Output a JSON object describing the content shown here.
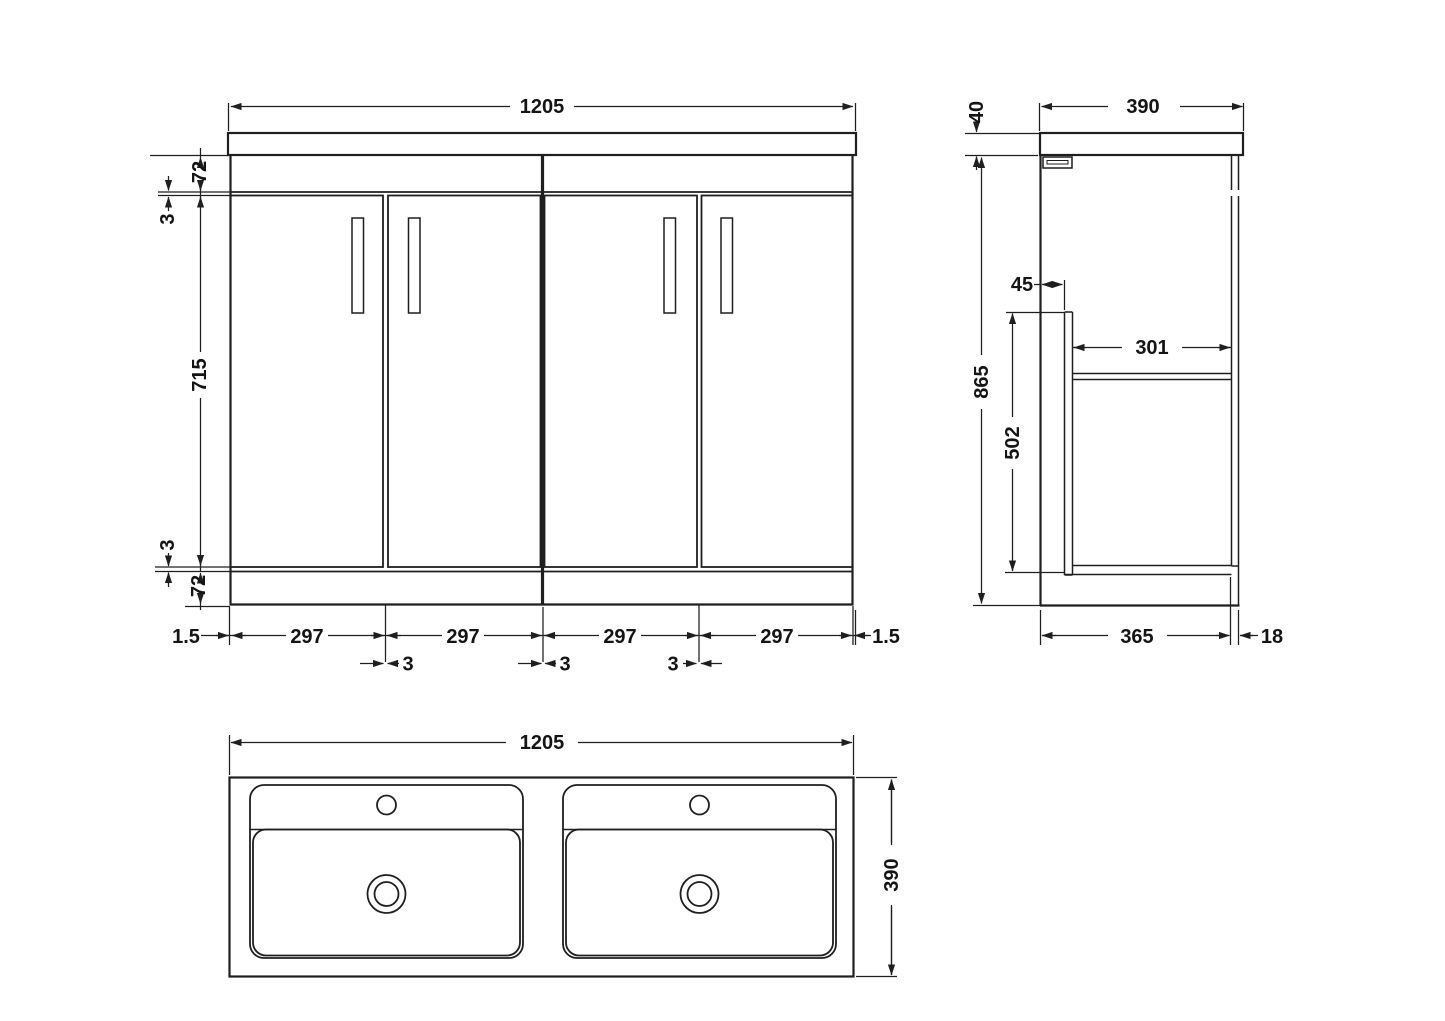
{
  "colors": {
    "line": "#1f1f1f",
    "background": "#ffffff"
  },
  "front_view": {
    "overall_width": "1205",
    "worktop_to_door_top": "72",
    "top_door_gap": "3",
    "door_height": "715",
    "bottom_door_gap": "3",
    "bottom_rail_height": "72",
    "left_overhang": "1.5",
    "door_width_1": "297",
    "door_width_2": "297",
    "door_width_3": "297",
    "door_width_4": "297",
    "right_overhang": "1.5",
    "door_gap_1": "3",
    "door_gap_2": "3",
    "door_gap_3": "3"
  },
  "side_view": {
    "worktop_depth": "390",
    "worktop_thickness": "40",
    "cabinet_height": "865",
    "door_to_carcass": "45",
    "internal_height": "502",
    "internal_depth": "301",
    "cabinet_depth": "365",
    "back_panel_thickness": "18"
  },
  "plan_view": {
    "overall_width": "1205",
    "overall_depth": "390"
  }
}
